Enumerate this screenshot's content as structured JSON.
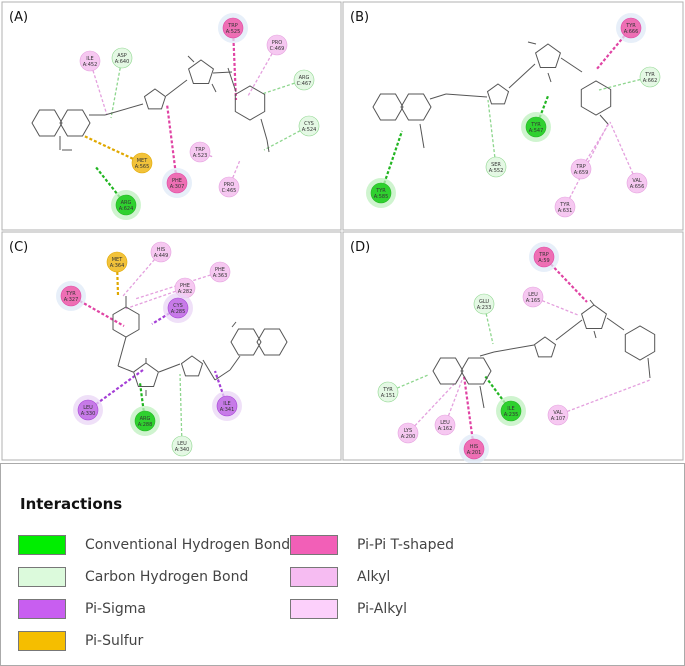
{
  "panels": [
    {
      "label": "(A)",
      "residues": [
        {
          "name": "TRP",
          "id": "A:525",
          "type": "pi-pi"
        },
        {
          "name": "PRO",
          "id": "C:469",
          "type": "alkyl"
        },
        {
          "name": "ILE",
          "id": "A:452",
          "type": "alkyl"
        },
        {
          "name": "ASP",
          "id": "A:640",
          "type": "carbon"
        },
        {
          "name": "ARG",
          "id": "C:467",
          "type": "carbon"
        },
        {
          "name": "CYS",
          "id": "A:524",
          "type": "carbon"
        },
        {
          "name": "MET",
          "id": "A:565",
          "type": "sulfur"
        },
        {
          "name": "PHE",
          "id": "A:307",
          "type": "pi-pi"
        },
        {
          "name": "TRP",
          "id": "A:523",
          "type": "alkyl"
        },
        {
          "name": "PRO",
          "id": "C:465",
          "type": "alkyl"
        },
        {
          "name": "ARG",
          "id": "A:624",
          "type": "hbond"
        }
      ]
    },
    {
      "label": "(B)",
      "residues": [
        {
          "name": "TYR",
          "id": "A:666",
          "type": "pi-pi"
        },
        {
          "name": "TYR",
          "id": "A:662",
          "type": "carbon"
        },
        {
          "name": "TYR",
          "id": "A:547",
          "type": "hbond"
        },
        {
          "name": "SER",
          "id": "A:552",
          "type": "carbon"
        },
        {
          "name": "TRP",
          "id": "A:659",
          "type": "alkyl"
        },
        {
          "name": "VAL",
          "id": "A:656",
          "type": "alkyl"
        },
        {
          "name": "TYR",
          "id": "A:631",
          "type": "alkyl"
        },
        {
          "name": "TYR",
          "id": "A:585",
          "type": "hbond"
        }
      ]
    },
    {
      "label": "(C)",
      "residues": [
        {
          "name": "MET",
          "id": "A:364",
          "type": "sulfur"
        },
        {
          "name": "HIS",
          "id": "A:449",
          "type": "alkyl"
        },
        {
          "name": "PHE",
          "id": "A:363",
          "type": "alkyl"
        },
        {
          "name": "PHE",
          "id": "A:282",
          "type": "alkyl"
        },
        {
          "name": "TYR",
          "id": "A:327",
          "type": "pi-pi"
        },
        {
          "name": "CYS",
          "id": "A:285",
          "type": "pi-sigma"
        },
        {
          "name": "LEU",
          "id": "A:330",
          "type": "pi-sigma"
        },
        {
          "name": "ARG",
          "id": "A:288",
          "type": "hbond"
        },
        {
          "name": "LEU",
          "id": "A:340",
          "type": "carbon"
        },
        {
          "name": "ILE",
          "id": "A:341",
          "type": "pi-sigma"
        }
      ]
    },
    {
      "label": "(D)",
      "residues": [
        {
          "name": "TRP",
          "id": "A:59",
          "type": "pi-pi"
        },
        {
          "name": "LEU",
          "id": "A:165",
          "type": "alkyl"
        },
        {
          "name": "GLU",
          "id": "A:233",
          "type": "carbon"
        },
        {
          "name": "TYR",
          "id": "A:151",
          "type": "carbon"
        },
        {
          "name": "ILE",
          "id": "A:235",
          "type": "hbond"
        },
        {
          "name": "VAL",
          "id": "A:107",
          "type": "alkyl"
        },
        {
          "name": "LYS",
          "id": "A:200",
          "type": "alkyl"
        },
        {
          "name": "LEU",
          "id": "A:162",
          "type": "alkyl"
        },
        {
          "name": "HIS",
          "id": "A:201",
          "type": "pi-pi"
        }
      ]
    }
  ],
  "legend": {
    "title": "Interactions",
    "items": [
      {
        "label": "Conventional Hydrogen Bond",
        "color": "#00ee00"
      },
      {
        "label": "Carbon Hydrogen Bond",
        "color": "#dcfadc"
      },
      {
        "label": "Pi-Sigma",
        "color": "#c85ef0"
      },
      {
        "label": "Pi-Sulfur",
        "color": "#f5be00"
      },
      {
        "label": "Pi-Pi T-shaped",
        "color": "#f25fb7"
      },
      {
        "label": "Alkyl",
        "color": "#f6bcf2"
      },
      {
        "label": "Pi-Alkyl",
        "color": "#fcd0fb"
      }
    ]
  },
  "type_colors": {
    "hbond": {
      "fill": "#2fd12f",
      "line": "#22b522",
      "ring": "#bff0bf"
    },
    "carbon": {
      "fill": "#e4f8e4",
      "line": "#8ed68e",
      "ring": "#f1fbf1"
    },
    "pi-sigma": {
      "fill": "#c77ae8",
      "line": "#a43fd6",
      "ring": "#e9d5f6"
    },
    "sulfur": {
      "fill": "#f2c23a",
      "line": "#e0a800",
      "ring": "#fbefc6"
    },
    "pi-pi": {
      "fill": "#ee6fb4",
      "line": "#e044a4",
      "ring": "#dfe9f7"
    },
    "alkyl": {
      "fill": "#f6c8f1",
      "line": "#e4a0de",
      "ring": "#fbeafa"
    }
  }
}
